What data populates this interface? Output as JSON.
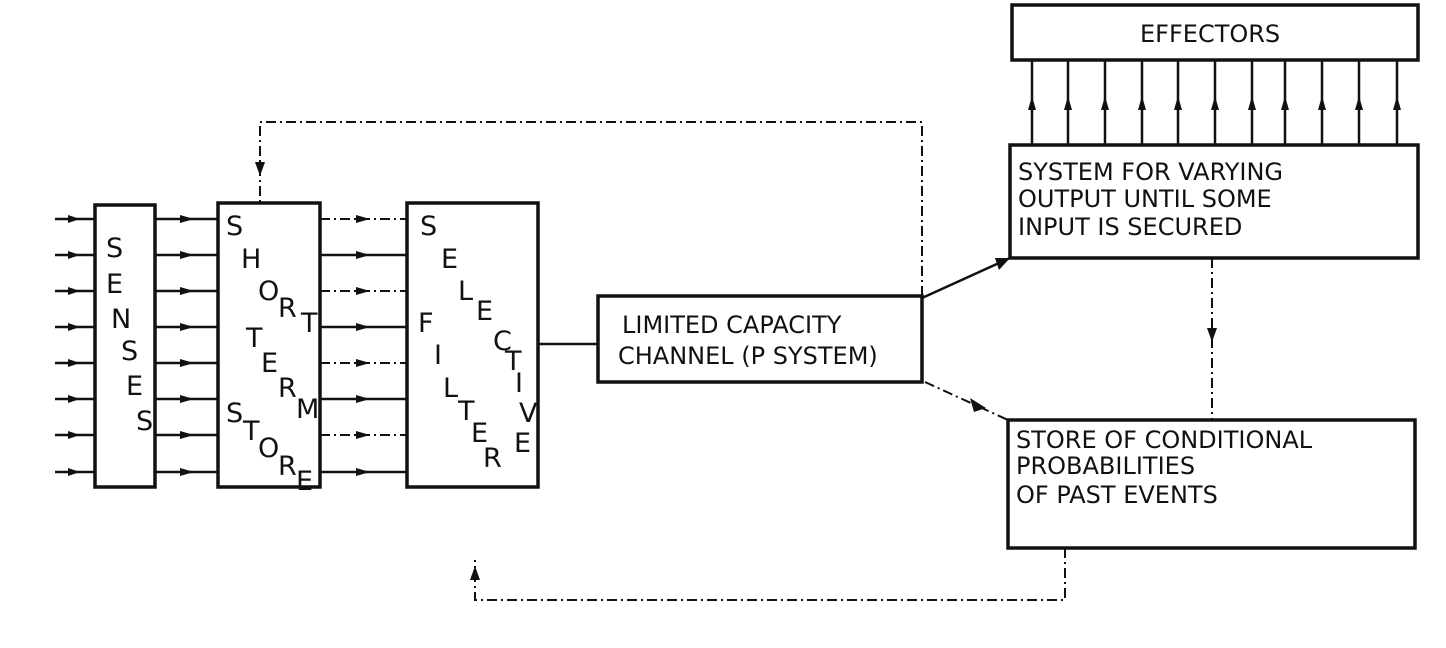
{
  "diagram": {
    "senses": "SENSES",
    "short_term_store": [
      "SHORT",
      "TERM",
      "STORE"
    ],
    "selective_filter": [
      "SELECTIVE",
      "FILTER"
    ],
    "limited_capacity": [
      "LIMITED  CAPACITY",
      "CHANNEL (P SYSTEM)"
    ],
    "effectors": "EFFECTORS",
    "output_system": [
      "SYSTEM  FOR  VARYING",
      "OUTPUT  UNTIL  SOME",
      "INPUT  IS  SECURED"
    ],
    "store_probabilities": [
      "STORE  OF  CONDITIONAL",
      "PROBABILITIES",
      "OF  PAST  EVENTS"
    ]
  }
}
